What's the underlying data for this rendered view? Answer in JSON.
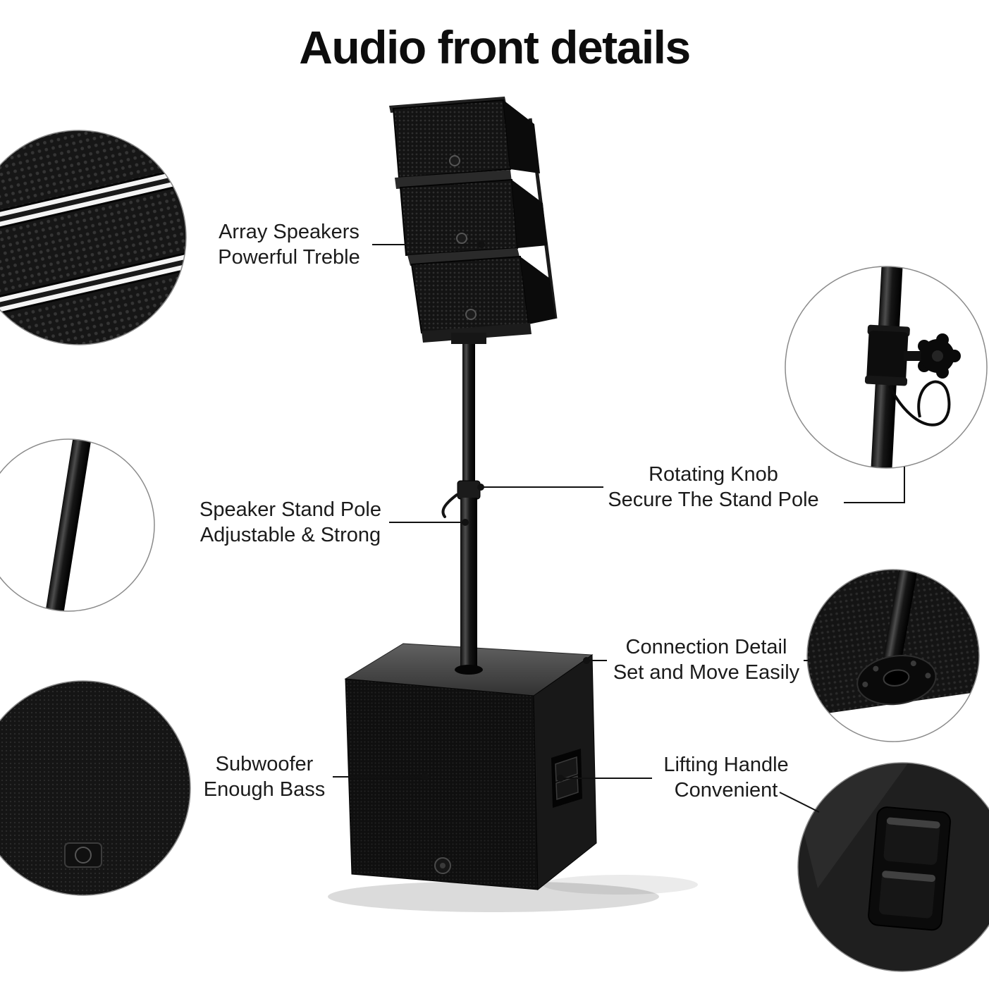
{
  "title": "Audio front details",
  "labels": {
    "array_speakers": {
      "line1": "Array Speakers",
      "line2": "Powerful Treble"
    },
    "stand_pole": {
      "line1": "Speaker Stand Pole",
      "line2": "Adjustable & Strong"
    },
    "subwoofer": {
      "line1": "Subwoofer",
      "line2": "Enough Bass"
    },
    "rotating_knob": {
      "line1": "Rotating Knob",
      "line2": "Secure The Stand Pole"
    },
    "connection_detail": {
      "line1": "Connection Detail",
      "line2": "Set and Move Easily"
    },
    "lifting_handle": {
      "line1": "Lifting Handle",
      "line2": "Convenient"
    }
  },
  "colors": {
    "background": "#ffffff",
    "text": "#1b1b1b",
    "leader_line": "#111111",
    "product_black": "#131313"
  }
}
